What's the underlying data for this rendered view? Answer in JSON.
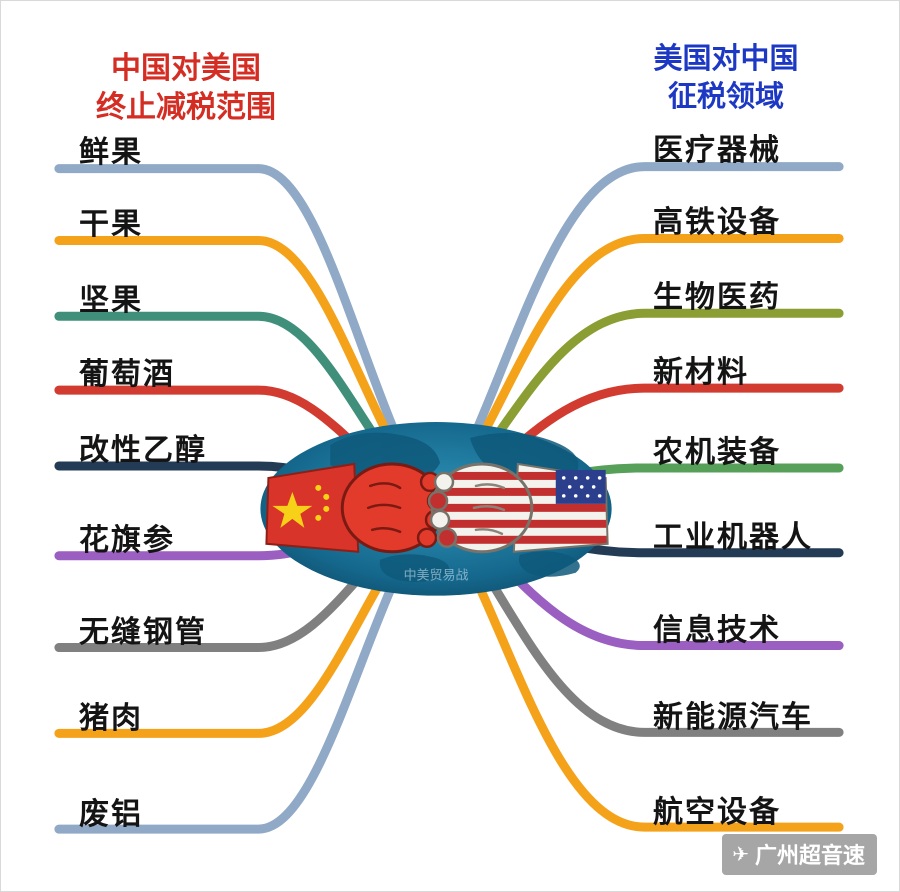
{
  "left": {
    "title_line1": "中国对美国",
    "title_line2": "终止减税范围",
    "title_color": "#d42e24",
    "items": [
      {
        "label": "鲜果",
        "color": "#90a9c6"
      },
      {
        "label": "干果",
        "color": "#f5a21b"
      },
      {
        "label": "坚果",
        "color": "#3f8f7a"
      },
      {
        "label": "葡萄酒",
        "color": "#d23b2f"
      },
      {
        "label": "改性乙醇",
        "color": "#243b55"
      },
      {
        "label": "花旗参",
        "color": "#9a5fc0"
      },
      {
        "label": "无缝钢管",
        "color": "#808080"
      },
      {
        "label": "猪肉",
        "color": "#f5a21b"
      },
      {
        "label": "废铝",
        "color": "#90a9c6"
      }
    ]
  },
  "right": {
    "title_line1": "美国对中国",
    "title_line2": "征税领域",
    "title_color": "#1d39c4",
    "items": [
      {
        "label": "医疗器械",
        "color": "#90a9c6"
      },
      {
        "label": "高铁设备",
        "color": "#f5a21b"
      },
      {
        "label": "生物医药",
        "color": "#8a9e33"
      },
      {
        "label": "新材料",
        "color": "#d23b2f"
      },
      {
        "label": "农机装备",
        "color": "#57a05a"
      },
      {
        "label": "工业机器人",
        "color": "#243b55"
      },
      {
        "label": "信息技术",
        "color": "#9a5fc0"
      },
      {
        "label": "新能源汽车",
        "color": "#808080"
      },
      {
        "label": "航空设备",
        "color": "#f5a21b"
      }
    ]
  },
  "center": {
    "caption": "中美贸易战",
    "globe_color": "#15688d",
    "china_flag_color": "#d8342a",
    "usa_stripe_color": "#c22f2f",
    "usa_canton_color": "#2b3f8c"
  },
  "watermark": {
    "text": "广州超音速",
    "icon": "paper-plane-icon"
  }
}
